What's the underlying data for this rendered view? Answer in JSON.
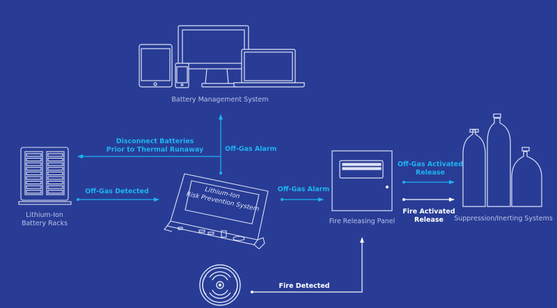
{
  "colors": {
    "background": "#283c96",
    "outline": "#dfe4f5",
    "cyan_flow": "#1fb3f0",
    "white_flow": "#ffffff",
    "caption": "#b9c2e6"
  },
  "nodes": {
    "bms": {
      "label": "Battery Management System",
      "icon": "devices-icon"
    },
    "racks": {
      "label_line1": "Lithium-Ion",
      "label_line2": "Battery Racks",
      "icon": "battery-rack-icon"
    },
    "rps": {
      "screen_line1": "Lithium-Ion",
      "screen_line2": "Risk Prevention System",
      "icon": "rps-device-icon"
    },
    "panel": {
      "label": "Fire Releasing Panel",
      "icon": "fire-panel-icon"
    },
    "suppression": {
      "label": "Suppression/Inerting Systems",
      "icon": "gas-cylinders-icon"
    },
    "detector": {
      "icon": "smoke-detector-icon"
    }
  },
  "flows": {
    "disconnect": {
      "line1": "Disconnect Batteries",
      "line2": "Prior to Thermal Runaway"
    },
    "offgas_alarm_bms": "Off-Gas Alarm",
    "offgas_detected": "Off-Gas Detected",
    "offgas_alarm_panel": "Off-Gas Alarm",
    "offgas_release": {
      "line1": "Off-Gas Activated",
      "line2": "Release"
    },
    "fire_release": {
      "line1": "Fire Activated",
      "line2": "Release"
    },
    "fire_detected": "Fire Detected"
  }
}
